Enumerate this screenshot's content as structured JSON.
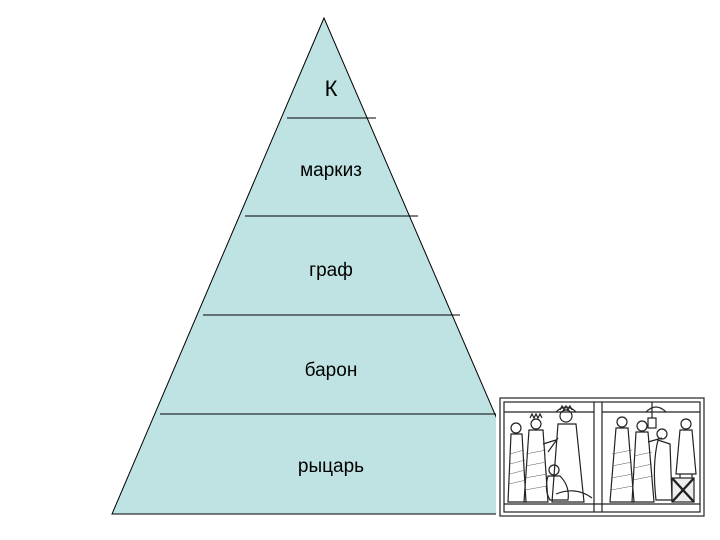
{
  "pyramid": {
    "fill_color": "#bfe3e3",
    "stroke_color": "#000000",
    "tiers": [
      {
        "label": "К"
      },
      {
        "label": "маркиз"
      },
      {
        "label": "граф"
      },
      {
        "label": "барон"
      },
      {
        "label": "рыцарь"
      }
    ]
  },
  "illustration": {
    "kind": "medieval-engraving",
    "description_icon": "feudal-ceremony-engraving-icon"
  }
}
